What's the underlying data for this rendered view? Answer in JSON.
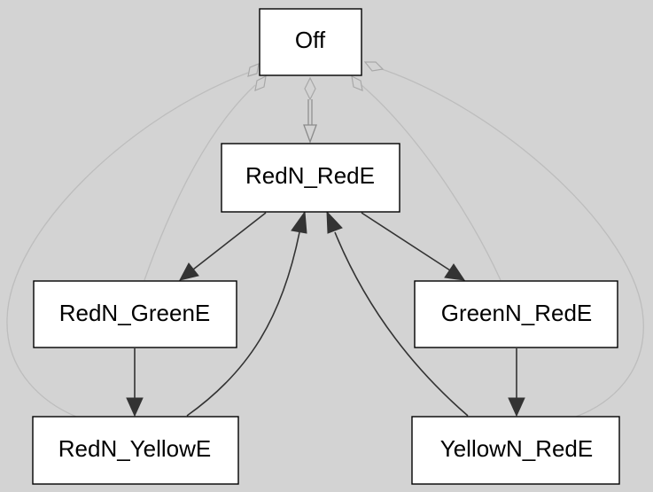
{
  "diagram": {
    "background": "#d3d3d3",
    "nodes": {
      "off": {
        "label": "Off"
      },
      "redn_rede": {
        "label": "RedN_RedE"
      },
      "redn_greene": {
        "label": "RedN_GreenE"
      },
      "greenn_rede": {
        "label": "GreenN_RedE"
      },
      "redn_yellowe": {
        "label": "RedN_YellowE"
      },
      "yellown_rede": {
        "label": "YellowN_RedE"
      }
    },
    "edges": [
      {
        "from": "RedN_RedE",
        "to": "RedN_GreenE",
        "style": "transition"
      },
      {
        "from": "RedN_RedE",
        "to": "GreenN_RedE",
        "style": "transition"
      },
      {
        "from": "RedN_GreenE",
        "to": "RedN_YellowE",
        "style": "transition"
      },
      {
        "from": "GreenN_RedE",
        "to": "YellowN_RedE",
        "style": "transition"
      },
      {
        "from": "RedN_YellowE",
        "to": "RedN_RedE",
        "style": "transition"
      },
      {
        "from": "YellowN_RedE",
        "to": "RedN_RedE",
        "style": "transition"
      },
      {
        "from": "Off",
        "to": "RedN_RedE",
        "style": "initial"
      },
      {
        "from": "Off",
        "to": "RedN_GreenE",
        "style": "containment"
      },
      {
        "from": "Off",
        "to": "GreenN_RedE",
        "style": "containment"
      },
      {
        "from": "Off",
        "to": "RedN_YellowE",
        "style": "containment"
      },
      {
        "from": "Off",
        "to": "YellowN_RedE",
        "style": "containment"
      }
    ]
  }
}
